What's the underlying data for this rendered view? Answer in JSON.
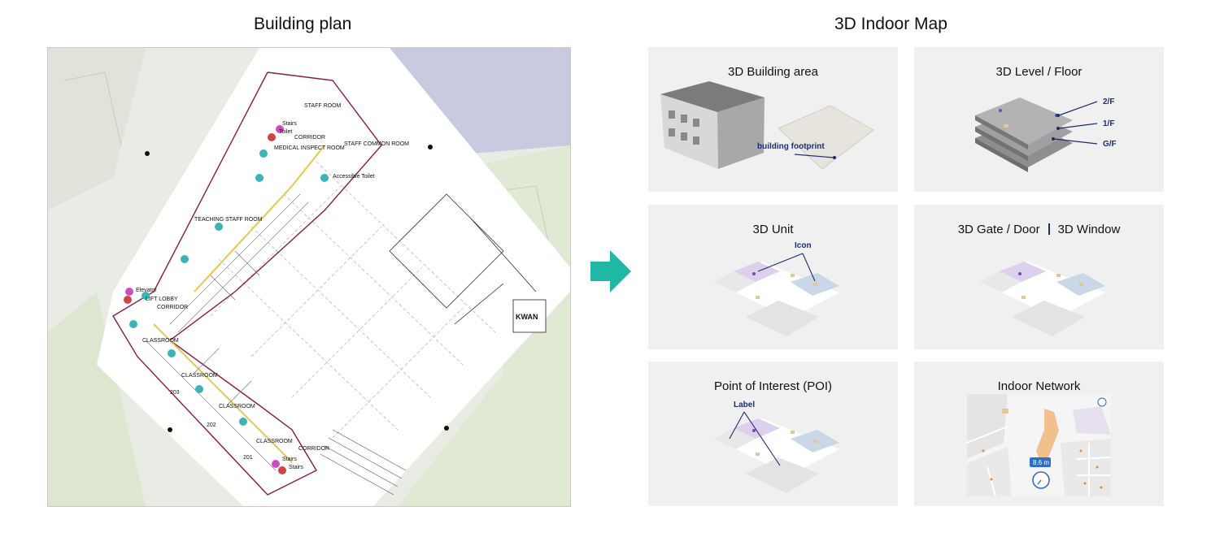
{
  "plan": {
    "title": "Building plan",
    "room_labels": [
      "STAFF ROOM",
      "Stairs",
      "Toilet",
      "CORRIDOR",
      "MEDICAL INSPECT ROOM",
      "STAFF COMMON ROOM",
      "Accessible Toilet",
      "TEACHING STAFF ROOM",
      "Elevator",
      "LIFT LOBBY",
      "CORRIDOR",
      "CLASSROOM",
      "CLASSROOM",
      "203",
      "CLASSROOM",
      "202",
      "CLASSROOM",
      "201",
      "CORRIDOR",
      "Stairs",
      "Stairs"
    ],
    "stamp": "KWAN"
  },
  "map": {
    "title": "3D Indoor Map",
    "tiles": [
      {
        "title": "3D Building area",
        "annotation": "building footprint"
      },
      {
        "title": "3D Level / Floor",
        "levels": [
          "2/F",
          "1/F",
          "G/F"
        ]
      },
      {
        "title": "3D Unit",
        "annotation": "Icon"
      },
      {
        "title_a": "3D Gate / Door",
        "title_b": "3D Window"
      },
      {
        "title": "Point of Interest (POI)",
        "annotation": "Label"
      },
      {
        "title": "Indoor Network",
        "distance": "8.6 m"
      }
    ]
  },
  "colors": {
    "arrow": "#1fb8a4",
    "annotation": "#1d2e6e",
    "tile_bg": "#f0f0f0"
  }
}
